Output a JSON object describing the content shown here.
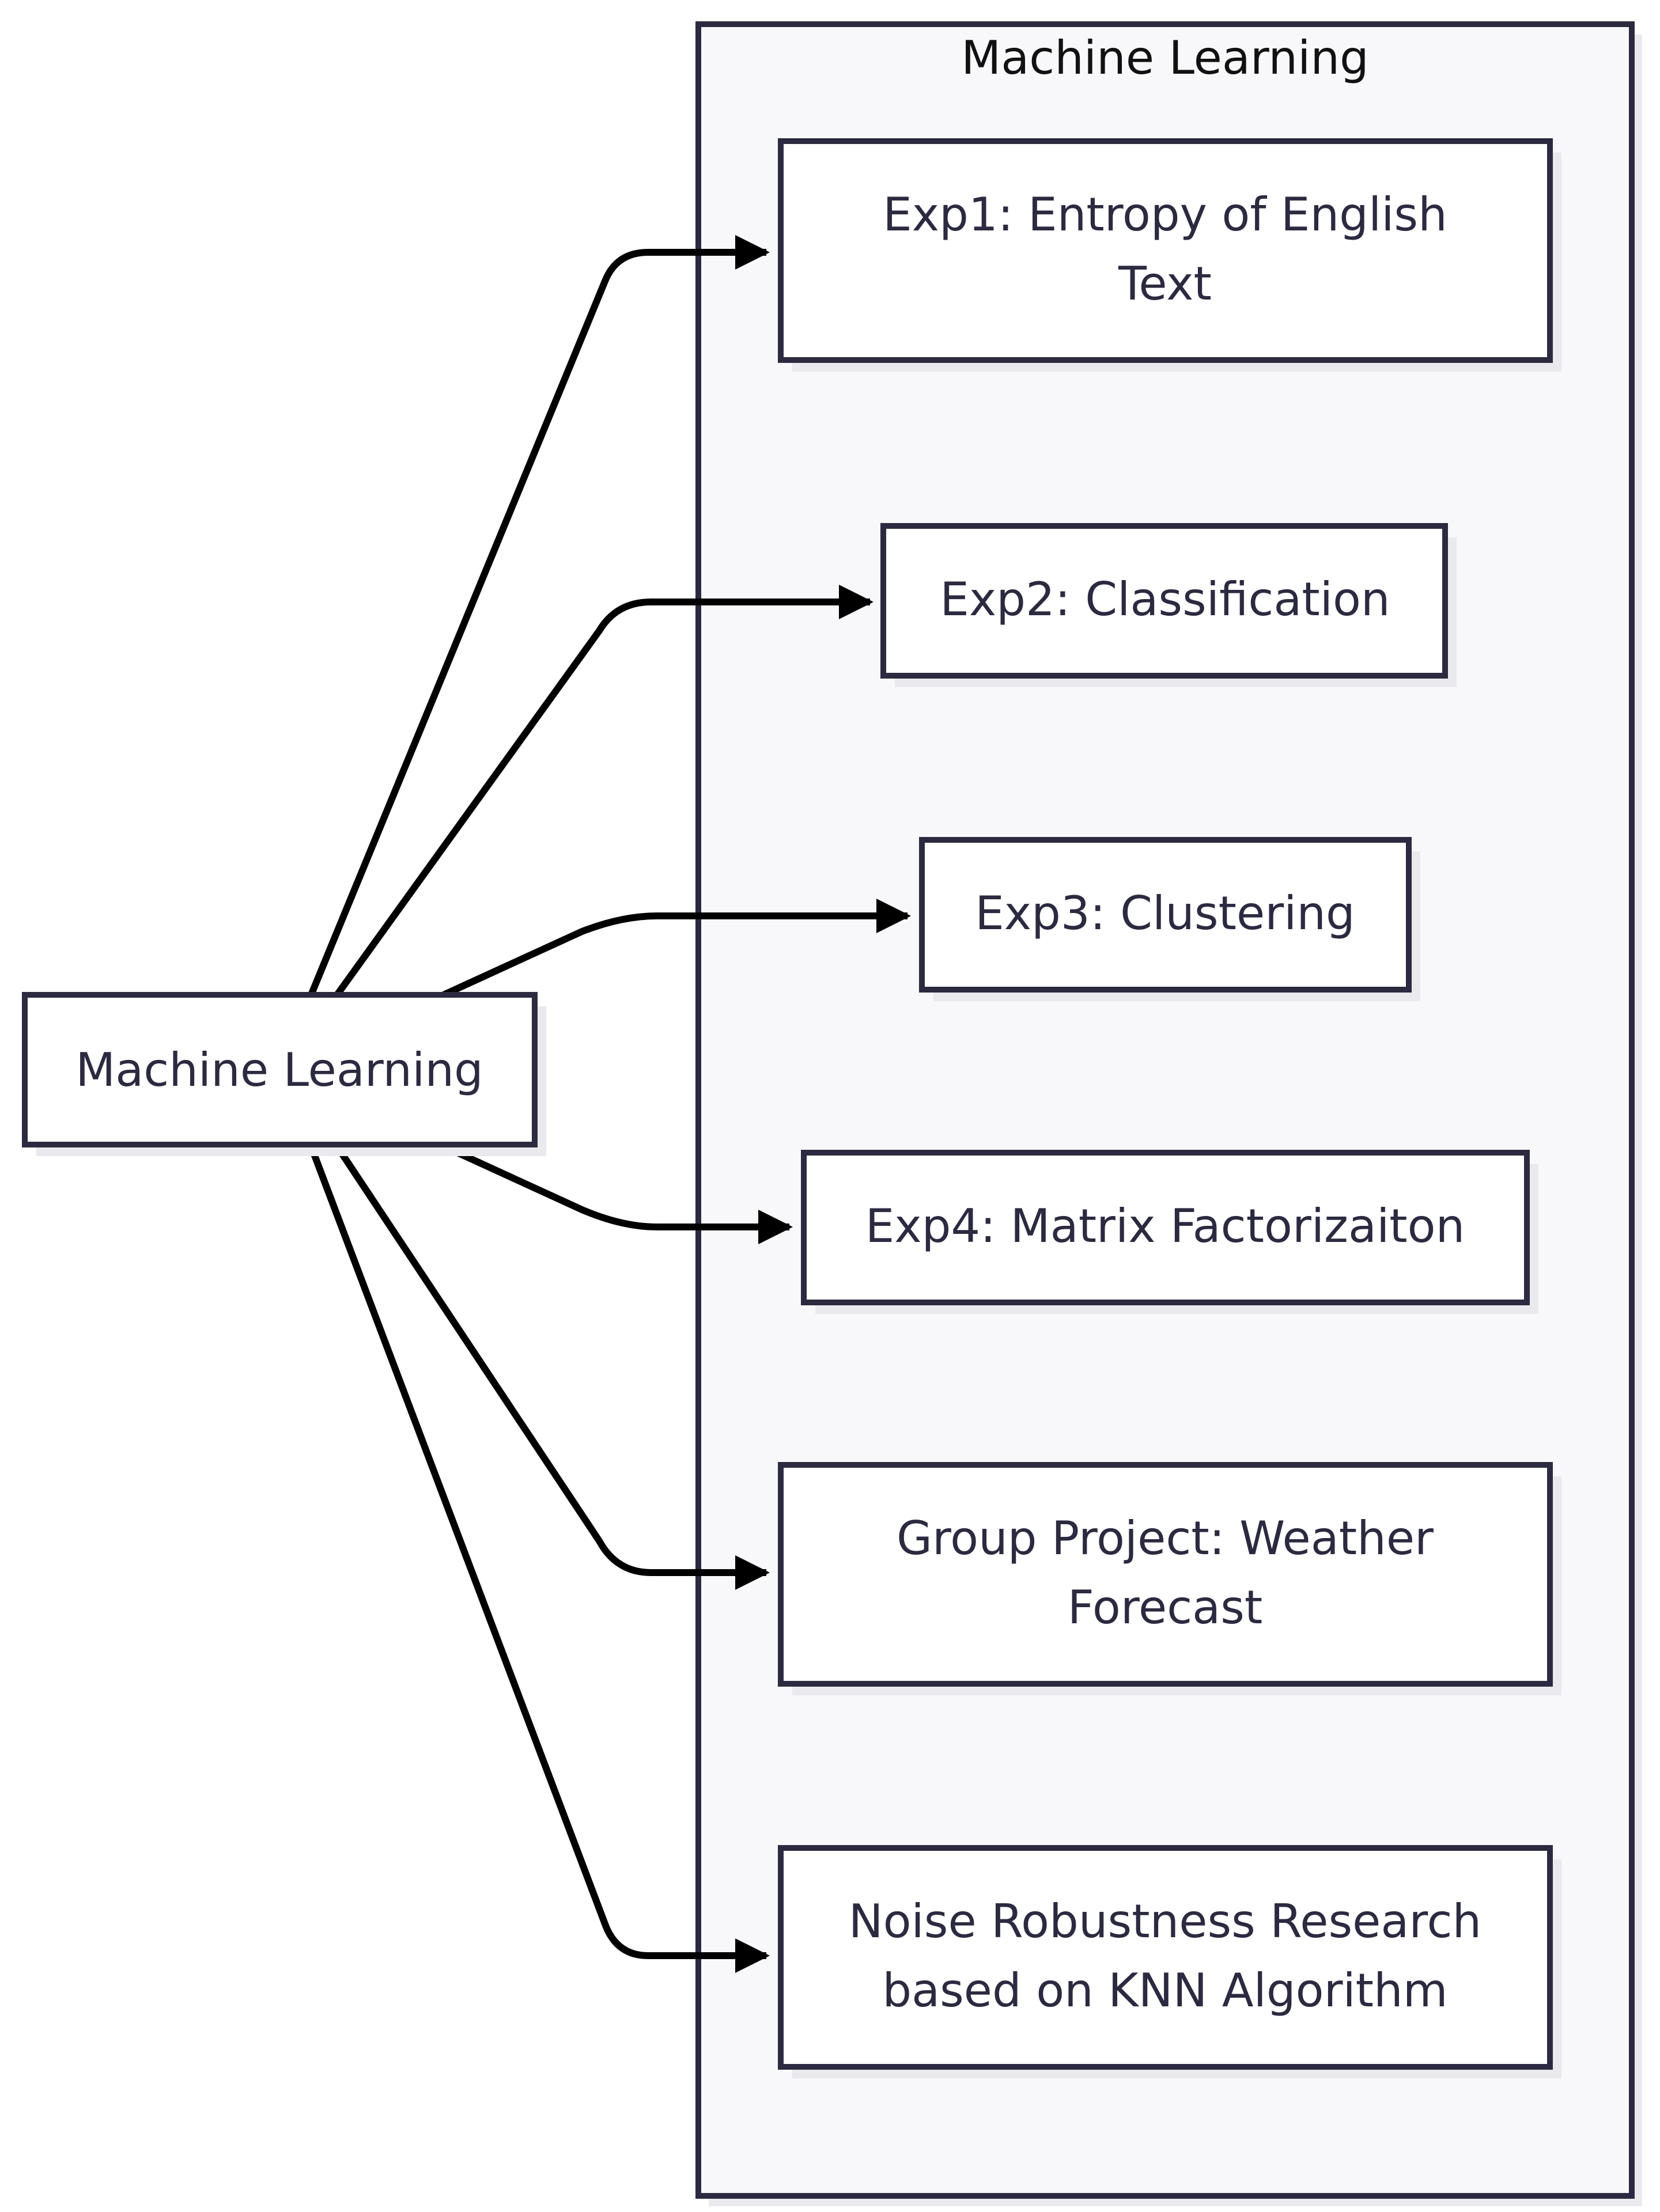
{
  "diagram": {
    "cluster": {
      "title": "Machine Learning"
    },
    "source_node": {
      "label": "Machine Learning"
    },
    "nodes": [
      {
        "id": "exp1",
        "lines": [
          "Exp1: Entropy of English",
          "Text"
        ]
      },
      {
        "id": "exp2",
        "lines": [
          "Exp2: Classification"
        ]
      },
      {
        "id": "exp3",
        "lines": [
          "Exp3: Clustering"
        ]
      },
      {
        "id": "exp4",
        "lines": [
          "Exp4: Matrix Factorizaiton"
        ]
      },
      {
        "id": "group-project",
        "lines": [
          "Group Project: Weather",
          "Forecast"
        ]
      },
      {
        "id": "noise-research",
        "lines": [
          "Noise Robustness Research",
          "based on KNN Algorithm"
        ]
      }
    ],
    "colors": {
      "stroke": "#2b2a40",
      "edge": "#000000",
      "node_fill": "#ffffff",
      "cluster_fill": "#f8f8fa",
      "shadow": "#e9e9ee",
      "text": "#2b2a40"
    }
  }
}
